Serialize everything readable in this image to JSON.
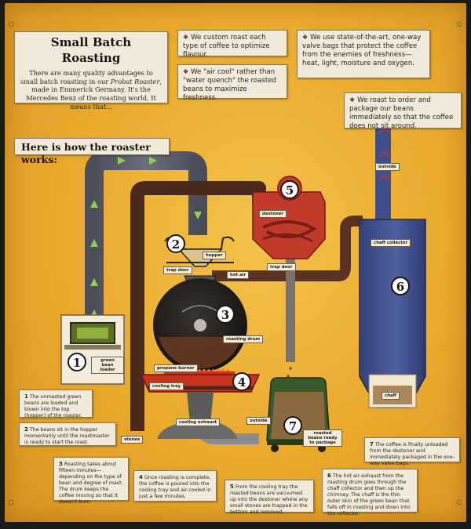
{
  "header": {
    "title": "Small Batch Roasting",
    "intro_before": "There are many quality advantages to small batch roasting in our ",
    "intro_brand": "Probat Roaster",
    "intro_after": ", made in Emmerick Germany. It's the Mercedes Benz of the roasting world, It means that..."
  },
  "bullets": [
    {
      "text": "We custom roast each type of coffee to optimize flavour."
    },
    {
      "text": "We \"air cool\" rather than \"water quench\" the roasted beans to maximize freshness."
    },
    {
      "text": "We use state-of-the-art, one-way valve bags that protect the coffee from the enemies of freshness—heat, light, moisture and oxygen."
    },
    {
      "text": "We roast to order and package our beans immediately so that the coffee does not sit around."
    }
  ],
  "section_heading": "Here is how the roaster works:",
  "diagram": {
    "labels": {
      "green_bean_loader": "green bean loader",
      "hopper": "hopper",
      "trap_door_left": "trap door",
      "hot_air": "hot air",
      "trap_door_right": "trap door",
      "destoner": "destoner",
      "roasting_drum": "roasting drum",
      "propane_burner": "propane burner",
      "cooling_tray": "cooling tray",
      "cooling_exhaust": "cooling exhaust",
      "outside_bottom": "outside",
      "stones": "stones",
      "roasted_beans": "roasted beans ready to package",
      "outside_top": "outside",
      "chaff_collector": "chaff collector",
      "chaff": "chaff"
    },
    "numbers": [
      "1",
      "2",
      "3",
      "4",
      "5",
      "6",
      "7"
    ]
  },
  "steps": [
    {
      "num": "1",
      "text": "The unroasted green beans are loaded and blown into the top (hopper) of the roaster."
    },
    {
      "num": "2",
      "text": "The beans sit in the hopper momentarily until the roastmaster is ready to start the roast."
    },
    {
      "num": "3",
      "text": "Roasting takes about fifteen minutes—depending on the type of bean and degree of roast. The drum keeps the coffee moving so that it doesn't burn."
    },
    {
      "num": "4",
      "text": "Once roasting is complete, the coffee is poured into the cooling tray and air-cooled in just a few minutes."
    },
    {
      "num": "5",
      "text": "From the cooling tray the roasted beans are vacuumed up into the destoner where any small stones are trapped in the bottom and removed."
    },
    {
      "num": "6",
      "text": "The hot air exhaust from the roasting drum goes through the chaff collector and then up the chimney. The chaff is the thin outer skin of the green bean that falls off in roasting and down into the collector."
    },
    {
      "num": "7",
      "text": "The coffee is finally unloaded from the destoner and immediately packaged in the one-way valve bags."
    }
  ],
  "colors": {
    "panel": "#e9a92c",
    "card": "#f1ead9",
    "gray_duct": "#5d5f6e",
    "brown_duct": "#4b2a1c",
    "destoner_red": "#c23a2a",
    "chimney_blue": "#3f4f8a",
    "arrow_green": "#7fbf4a",
    "drum_dark": "#2a2522",
    "tray_red": "#c8321e"
  },
  "icons": [
    "diamond-bullet-icon",
    "brass-pin-icon"
  ]
}
